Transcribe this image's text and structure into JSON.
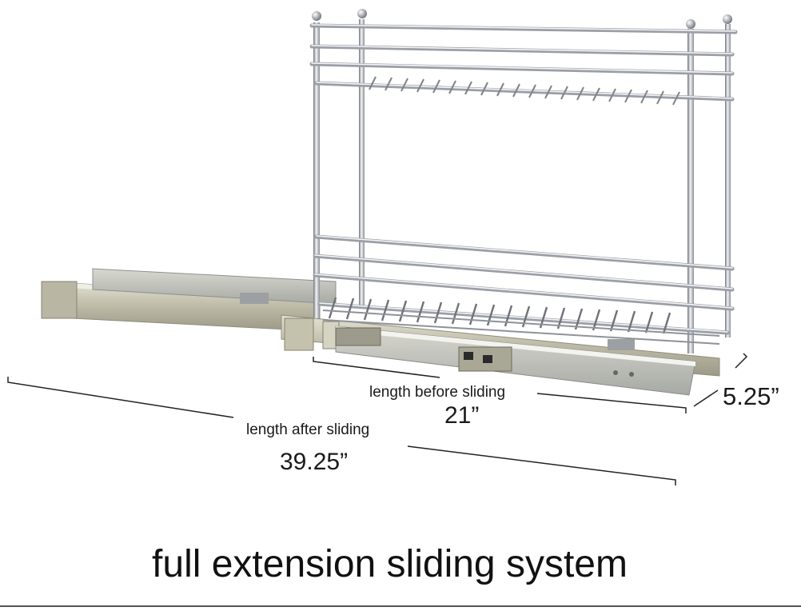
{
  "dimensions": {
    "before": {
      "label": "length before sliding",
      "value": "21”"
    },
    "after": {
      "label": "length after sliding",
      "value": "39.25”"
    },
    "depth": {
      "value": "5.25”"
    }
  },
  "caption": "full extension sliding system",
  "colors": {
    "chrome_light": "#eef0f3",
    "chrome_dark": "#7d828a",
    "rail_zinc": "#c9c7b4",
    "dimension_line": "#222222"
  }
}
